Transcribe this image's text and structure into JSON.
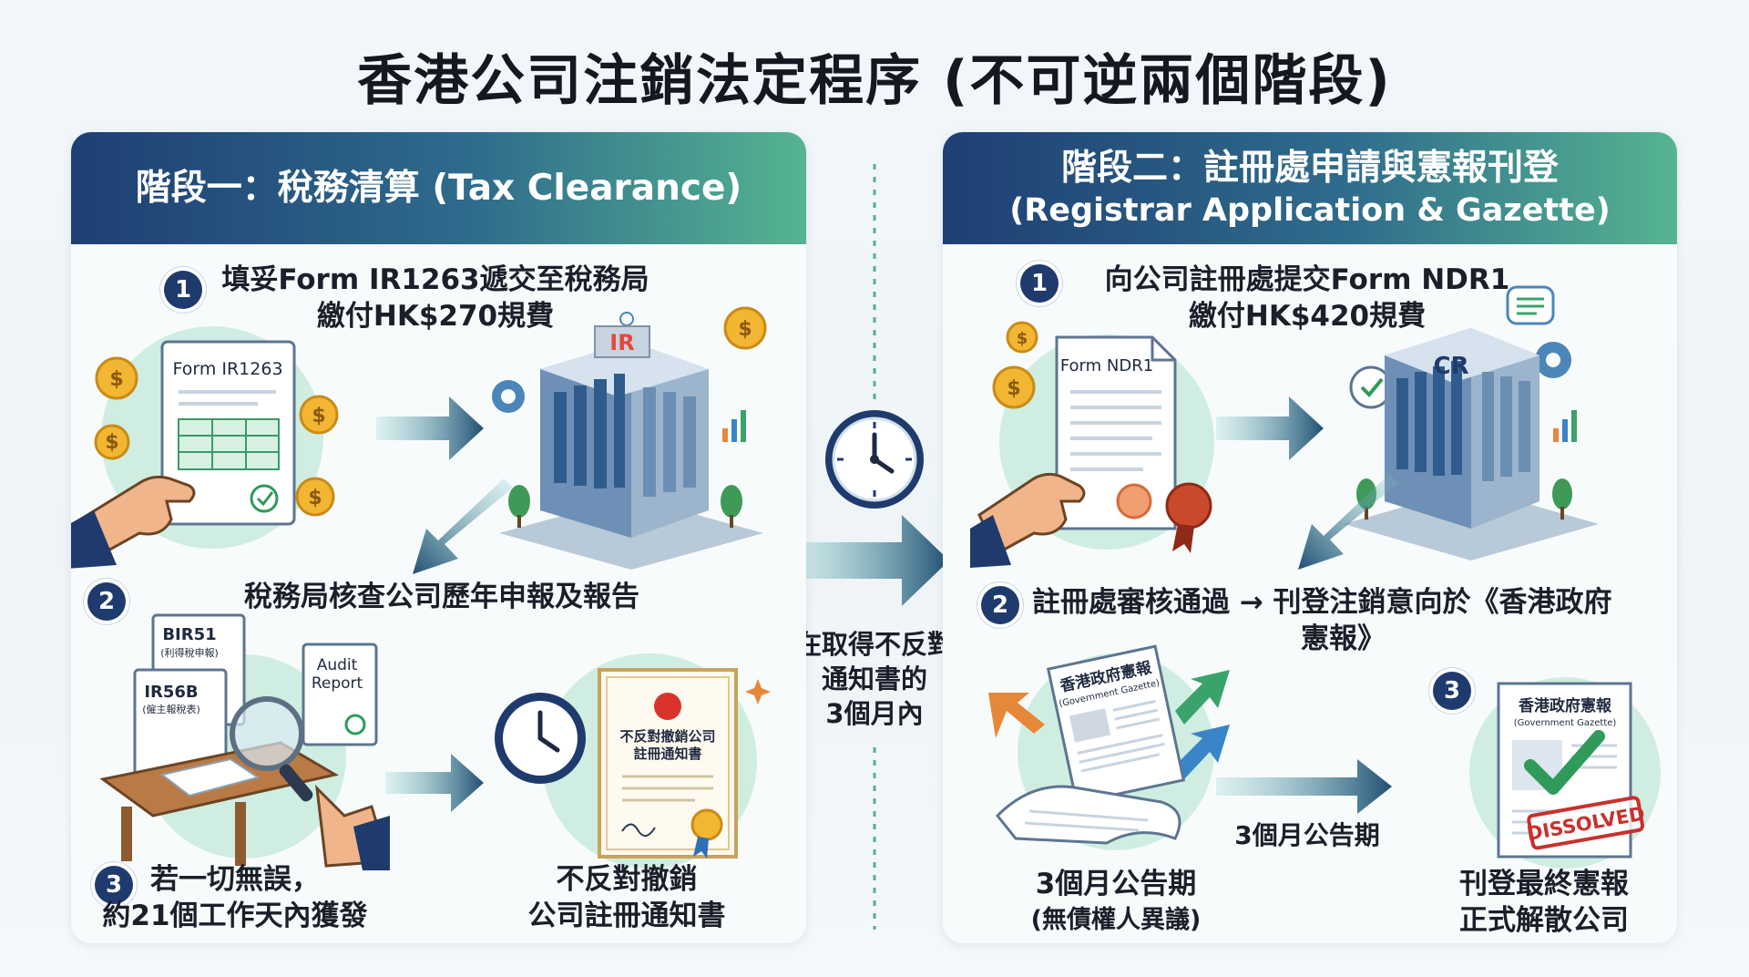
{
  "title": "香港公司注銷法定程序 (不可逆兩個階段)",
  "stage1": {
    "header": "階段一：稅務清算 (Tax Clearance)",
    "step1": {
      "num": "1",
      "line1": "填妥Form IR1263遞交至稅務局",
      "line2": "繳付HK$270規費"
    },
    "form_label": "Form IR1263",
    "building_logo": "IR",
    "step2": {
      "num": "2",
      "text": "稅務局核查公司歷年申報及報告"
    },
    "doc_bir51": "BIR51",
    "doc_bir51_sub": "(利得稅申報)",
    "doc_ir56b": "IR56B",
    "doc_ir56b_sub": "(僱主報稅表)",
    "doc_audit_line1": "Audit",
    "doc_audit_line2": "Report",
    "cert_line1": "不反對撤銷公司",
    "cert_line2": "註冊通知書",
    "step3": {
      "num": "3",
      "line1": "若一切無誤，",
      "line2": "約21個工作天內獲發"
    },
    "result": {
      "line1": "不反對撤銷",
      "line2": "公司註冊通知書"
    }
  },
  "middle": {
    "line1": "在取得不反對",
    "line2": "通知書的",
    "line3": "3個月內"
  },
  "stage2": {
    "header_line1": "階段二：註冊處申請與憲報刊登",
    "header_line2": "(Registrar Application & Gazette)",
    "step1": {
      "num": "1",
      "line1": "向公司註冊處提交Form NDR1",
      "line2": "繳付HK$420規費"
    },
    "form_label": "Form NDR1",
    "building_logo": "CR",
    "step2": {
      "num": "2",
      "line1": "註冊處審核通過 → 刊登注銷意向於《香港政府",
      "line2": "憲報》"
    },
    "gazette_title": "香港政府憲報",
    "gazette_sub": "(Government Gazette)",
    "period_arrow_label": "3個月公告期",
    "period": {
      "line1": "3個月公告期",
      "line2": "(無債權人異議)"
    },
    "step3": {
      "num": "3"
    },
    "stamp": "DISSOLVED",
    "final": {
      "line1": "刊登最終憲報",
      "line2": "正式解散公司"
    }
  },
  "colors": {
    "navy": "#1f3a6d",
    "teal": "#55b491",
    "arrow": "#1f4f73",
    "coin": "#f2b632"
  }
}
